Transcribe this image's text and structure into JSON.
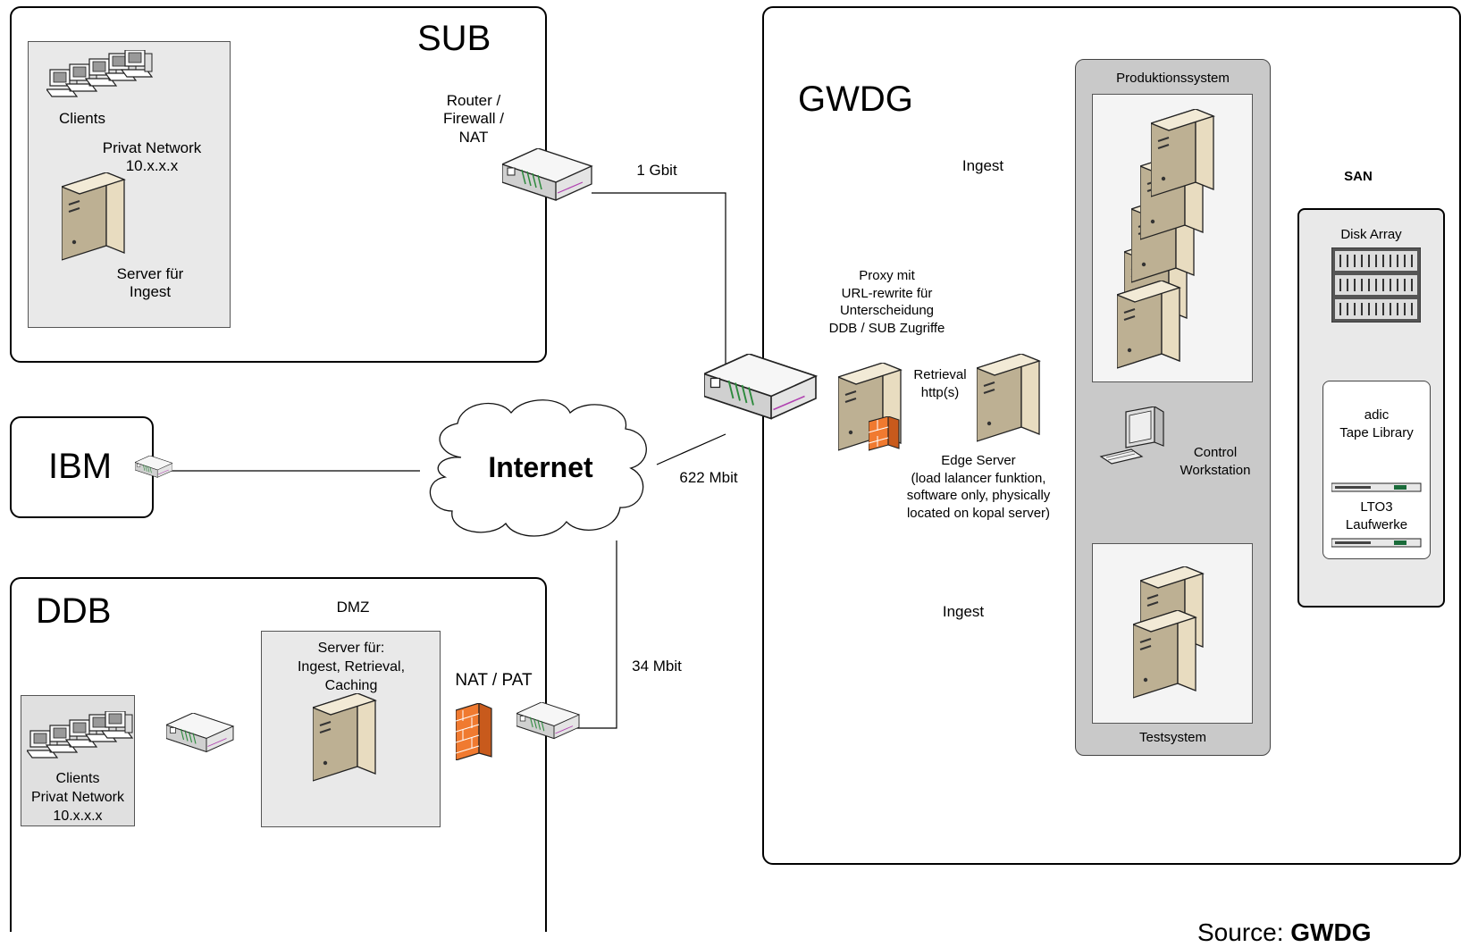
{
  "zones": {
    "sub": {
      "title": "SUB"
    },
    "gwdg": {
      "title": "GWDG"
    },
    "ibm": {
      "title": "IBM"
    },
    "ddb": {
      "title": "DDB"
    }
  },
  "sub": {
    "clients": "Clients",
    "network": "Privat Network\n10.x.x.x",
    "server": "Server für\nIngest",
    "router": "Router /\nFirewall /\nNAT"
  },
  "links": {
    "gbit": "1 Gbit",
    "mbit622": "622 Mbit",
    "mbit34": "34 Mbit"
  },
  "internet": "Internet",
  "ddb": {
    "dmz": "DMZ",
    "server": "Server für:\nIngest, Retrieval,\nCaching",
    "nat": "NAT / PAT",
    "clients": "Clients\nPrivat Network\n10.x.x.x"
  },
  "gwdg": {
    "proxy": "Proxy mit\nURL-rewrite für\nUnterscheidung\nDDB / SUB Zugriffe",
    "retrieval": "Retrieval\nhttp(s)",
    "edge": "Edge Server\n(load lalancer funktion,\nsoftware only, physically\nlocated on kopal server)",
    "ingest_top": "Ingest",
    "ingest_bottom": "Ingest",
    "produktion": "Produktionssystem",
    "test": "Testsystem",
    "control": "Control\nWorkstation"
  },
  "san": {
    "title": "SAN",
    "disk": "Disk Array",
    "tape": "adic\nTape Library",
    "lto": "LTO3\nLaufwerke"
  },
  "footer": {
    "source_label": "Source:",
    "source_value": "GWDG"
  },
  "icons": {
    "server": "server-tower-icon",
    "router": "router-icon",
    "firewall": "firewall-icon",
    "cloud": "cloud-icon",
    "clients": "client-computers-icon",
    "workstation": "workstation-icon",
    "disk": "disk-array-icon",
    "tape": "tape-drive-icon"
  },
  "colors": {
    "server_beige": "#e8dcc0",
    "server_shadow": "#a89878",
    "firewall": "#f07a30",
    "rack_gray": "#c9c9c9",
    "panel_gray": "#e9e9e9"
  }
}
